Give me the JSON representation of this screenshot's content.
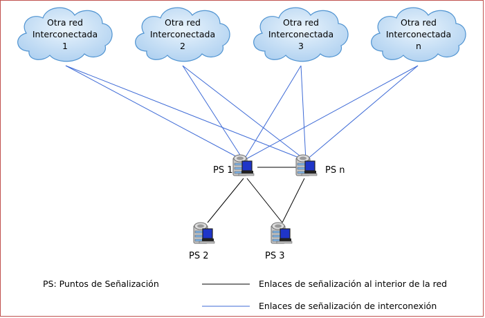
{
  "clouds": [
    {
      "line1": "Otra red",
      "line2": "Interconectada",
      "line3": "1"
    },
    {
      "line1": "Otra red",
      "line2": "Interconectada",
      "line3": "2"
    },
    {
      "line1": "Otra red",
      "line2": "Interconectada",
      "line3": "3"
    },
    {
      "line1": "Otra red",
      "line2": "Interconectada",
      "line3": "n"
    }
  ],
  "nodes": {
    "ps1": "PS 1",
    "psn": "PS  n",
    "ps2": "PS 2",
    "ps3": "PS 3"
  },
  "legend": {
    "abbrev": "PS: Puntos de Señalización",
    "internal": "Enlaces de señalización al interior de la red",
    "interconnect": "Enlaces de señalización de interconexión"
  },
  "colors": {
    "frame": "#c0504d",
    "cloud_fill": "#cfe4f6",
    "cloud_stroke": "#4f93d1",
    "interconnect_line": "#3d6ad6",
    "internal_line": "#000000",
    "server_screen": "#1f35c8"
  }
}
